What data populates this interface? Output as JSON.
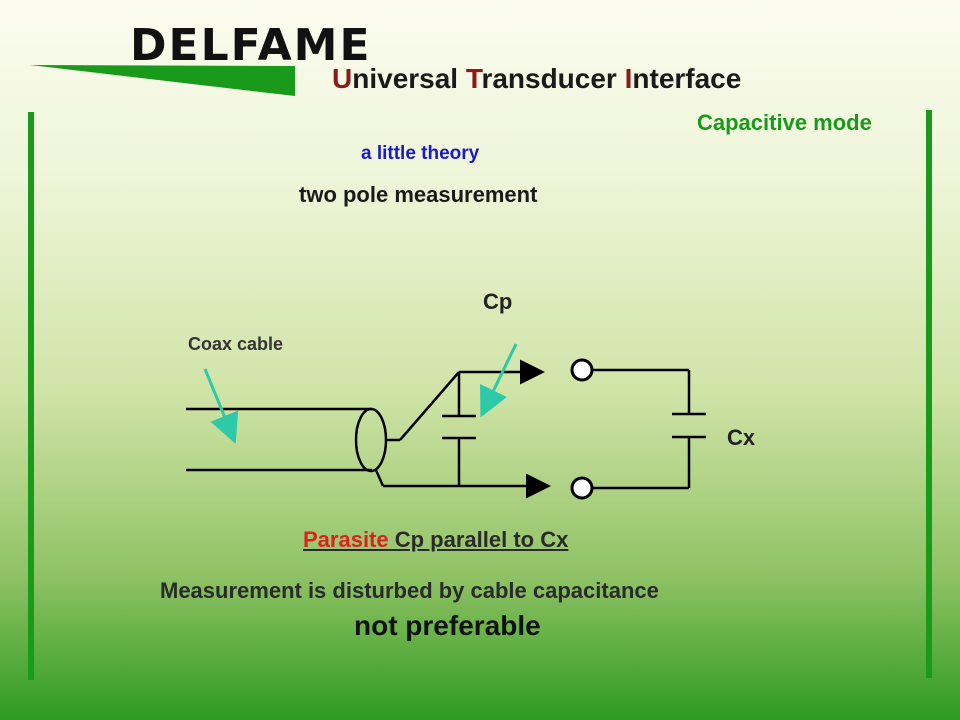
{
  "header": {
    "logo": "DELFAME",
    "title": {
      "parts": [
        {
          "initial": "U",
          "rest": "niversal "
        },
        {
          "initial": "T",
          "rest": "ransducer "
        },
        {
          "initial": "I",
          "rest": "nterface"
        }
      ]
    },
    "mode": "Capacitive mode"
  },
  "subtitle": "a little theory",
  "heading": "two pole measurement",
  "diagram": {
    "labels": {
      "coax": "Coax cable",
      "cp": "Cp",
      "cx": "Cx"
    }
  },
  "notes": {
    "parasite_word": "Parasite",
    "parasite_rest": " Cp parallel to Cx",
    "disturbed": "Measurement is disturbed by cable capacitance",
    "conclusion": "not preferable"
  },
  "colors": {
    "accent_green": "#1a9a1a",
    "title_initial": "#8b1a1a",
    "theory_blue": "#1a1acc",
    "parasite_red": "#e02020",
    "arrow_teal": "#2ec9a8"
  }
}
